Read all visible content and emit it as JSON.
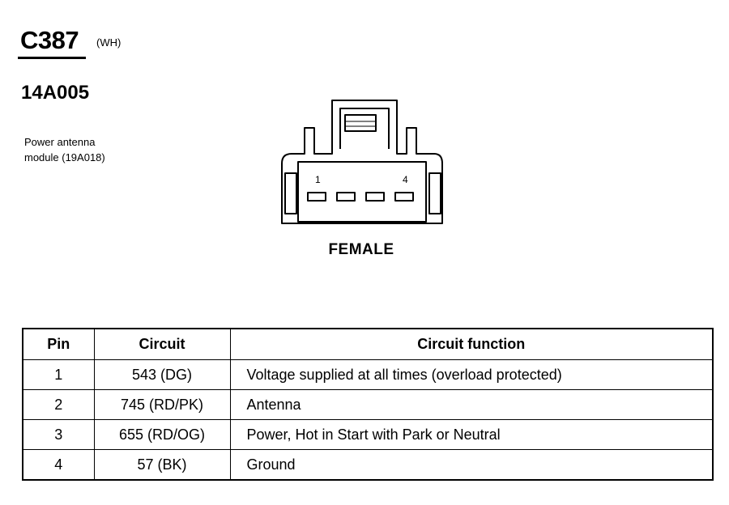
{
  "connector": {
    "code": "C387",
    "color": "(WH)",
    "part_number": "14A005",
    "description_lines": [
      "Power antenna",
      "module (19A018)"
    ],
    "pin_first_label": "1",
    "pin_last_label": "4",
    "gender": "FEMALE"
  },
  "table": {
    "headers": [
      "Pin",
      "Circuit",
      "Circuit function"
    ],
    "rows": [
      {
        "pin": "1",
        "circuit": "543 (DG)",
        "function": "Voltage supplied at all times (overload protected)"
      },
      {
        "pin": "2",
        "circuit": "745 (RD/PK)",
        "function": "Antenna"
      },
      {
        "pin": "3",
        "circuit": "655 (RD/OG)",
        "function": "Power, Hot in Start with Park or Neutral"
      },
      {
        "pin": "4",
        "circuit": "57 (BK)",
        "function": "Ground"
      }
    ]
  }
}
